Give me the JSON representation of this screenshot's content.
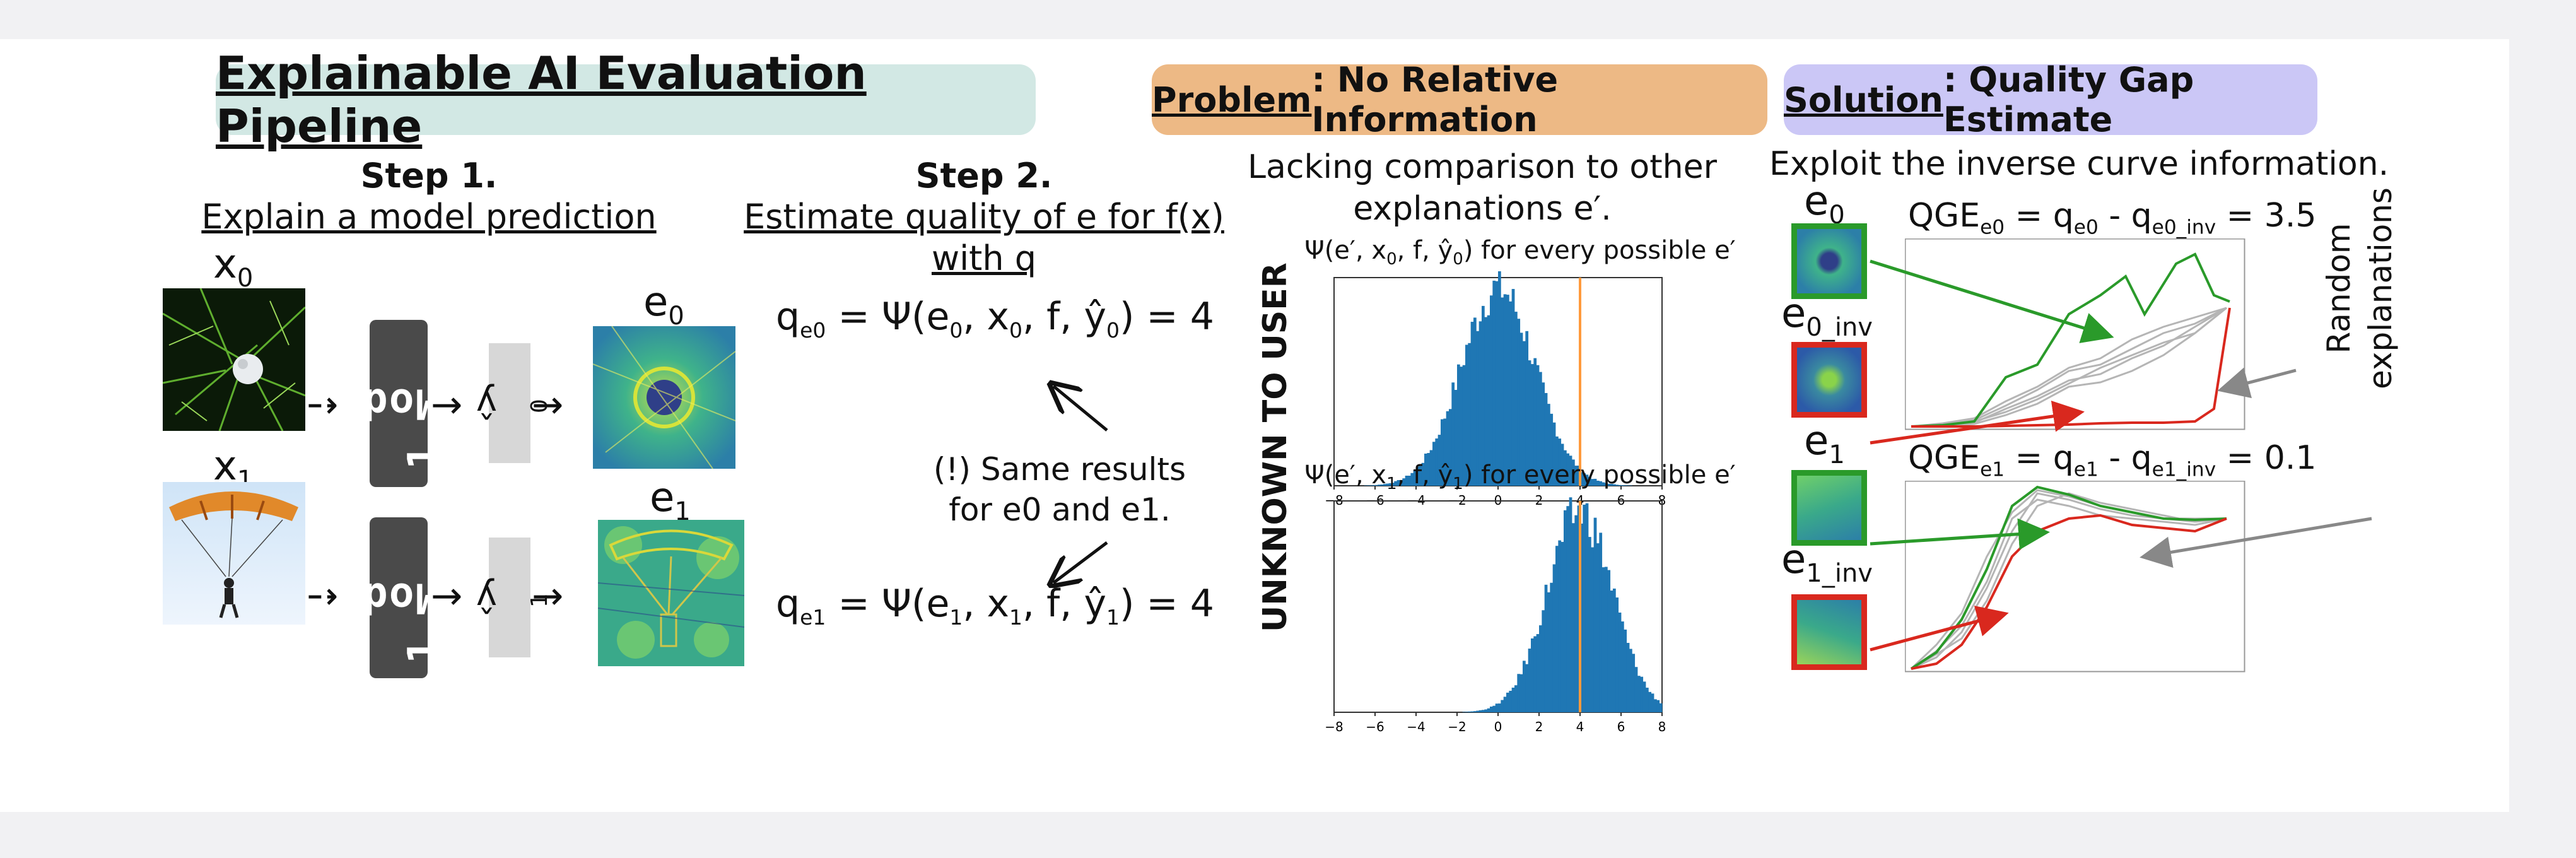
{
  "pipeline": {
    "title": "Explainable AI Evaluation Pipeline",
    "step1": {
      "heading": "Step 1.",
      "subtitle": "Explain a model prediction"
    },
    "step2": {
      "heading": "Step 2.",
      "subtitle_line1": "Estimate quality of e for f(x)",
      "subtitle_line2": "with q"
    },
    "model_label": "Model",
    "inputs": [
      {
        "x_base": "x",
        "x_sub": "0",
        "y_sub": "0",
        "e_base": "e",
        "e_sub": "0"
      },
      {
        "x_base": "x",
        "x_sub": "1",
        "y_sub": "1",
        "e_base": "e",
        "e_sub": "1"
      }
    ],
    "yhat_base": "ŷ",
    "equation0": {
      "lhs": "q",
      "lhs_sub": "e0",
      "mid": " = Ψ(e",
      "e_sub": "0",
      "x": ", x",
      "x_sub": "0",
      "f": ", f, ŷ",
      "y_sub": "0",
      "rhs": ") = 4"
    },
    "equation1": {
      "lhs": "q",
      "lhs_sub": "e1",
      "mid": " = Ψ(e",
      "e_sub": "1",
      "x": ", x",
      "x_sub": "1",
      "f": ", f, ŷ",
      "y_sub": "1",
      "rhs": ") = 4"
    },
    "note_line1": "(!) Same results",
    "note_line2": "for e0 and e1."
  },
  "problem": {
    "title_strong": "Problem",
    "title_rest": ": No Relative Information",
    "desc_line1": "Lacking comparison to other",
    "desc_line2": "explanations e′.",
    "vertical_label": "UNKNOWN TO USER",
    "hist0_title": {
      "pre": "Ψ(e′, x",
      "sub": "0",
      "mid": ", f, ŷ",
      "sub2": "0",
      "post": ") for every possible e′"
    },
    "hist1_title": {
      "pre": "Ψ(e′, x",
      "sub": "1",
      "mid": ", f, ŷ",
      "sub2": "1",
      "post": ") for every possible e′"
    }
  },
  "solution": {
    "title_strong": "Solution",
    "title_rest": ": Quality Gap Estimate",
    "desc": "Exploit the inverse curve information.",
    "e0_label": {
      "base": "e",
      "sub": "0"
    },
    "e0inv_label": {
      "base": "e",
      "sub": "0_inv"
    },
    "e1_label": {
      "base": "e",
      "sub": "1"
    },
    "e1inv_label": {
      "base": "e",
      "sub": "1_inv"
    },
    "qge0": {
      "a": "QGE",
      "a_sub": "e0",
      "b": " = q",
      "b_sub": "e0",
      "c": " - q",
      "c_sub": "e0_inv",
      "d": " = 3.5"
    },
    "qge1": {
      "a": "QGE",
      "a_sub": "e1",
      "b": " = q",
      "b_sub": "e1",
      "c": " - q",
      "c_sub": "e1_inv",
      "d": " = 0.1"
    },
    "random_line1": "Random",
    "random_line2": "explanations"
  },
  "chart_data": [
    {
      "type": "bar",
      "title": "Ψ(e′, x0, f, ŷ0) for every possible e′",
      "xlim": [
        -8,
        8
      ],
      "xticks": [
        -8,
        -6,
        -4,
        -2,
        0,
        2,
        4,
        6,
        8
      ],
      "distribution": {
        "center": 0,
        "spread": 1.8
      },
      "marker_x": 4
    },
    {
      "type": "bar",
      "title": "Ψ(e′, x1, f, ŷ1) for every possible e′",
      "xlim": [
        -8,
        8
      ],
      "xticks": [
        -8,
        -6,
        -4,
        -2,
        0,
        2,
        4,
        6,
        8
      ],
      "distribution": {
        "center": 4,
        "spread": 1.6
      },
      "marker_x": 4
    }
  ],
  "colors": {
    "pipeline_header": "#d2e8e4",
    "problem_header": "#edb985",
    "solution_header": "#cbc7f6",
    "hist_bar": "#1f77b4",
    "hist_marker": "#ff9a3c",
    "green": "#2a9a2a",
    "red": "#d9281e",
    "gray_curve": "#b5b5b5",
    "model_box": "#4a4a4a"
  }
}
